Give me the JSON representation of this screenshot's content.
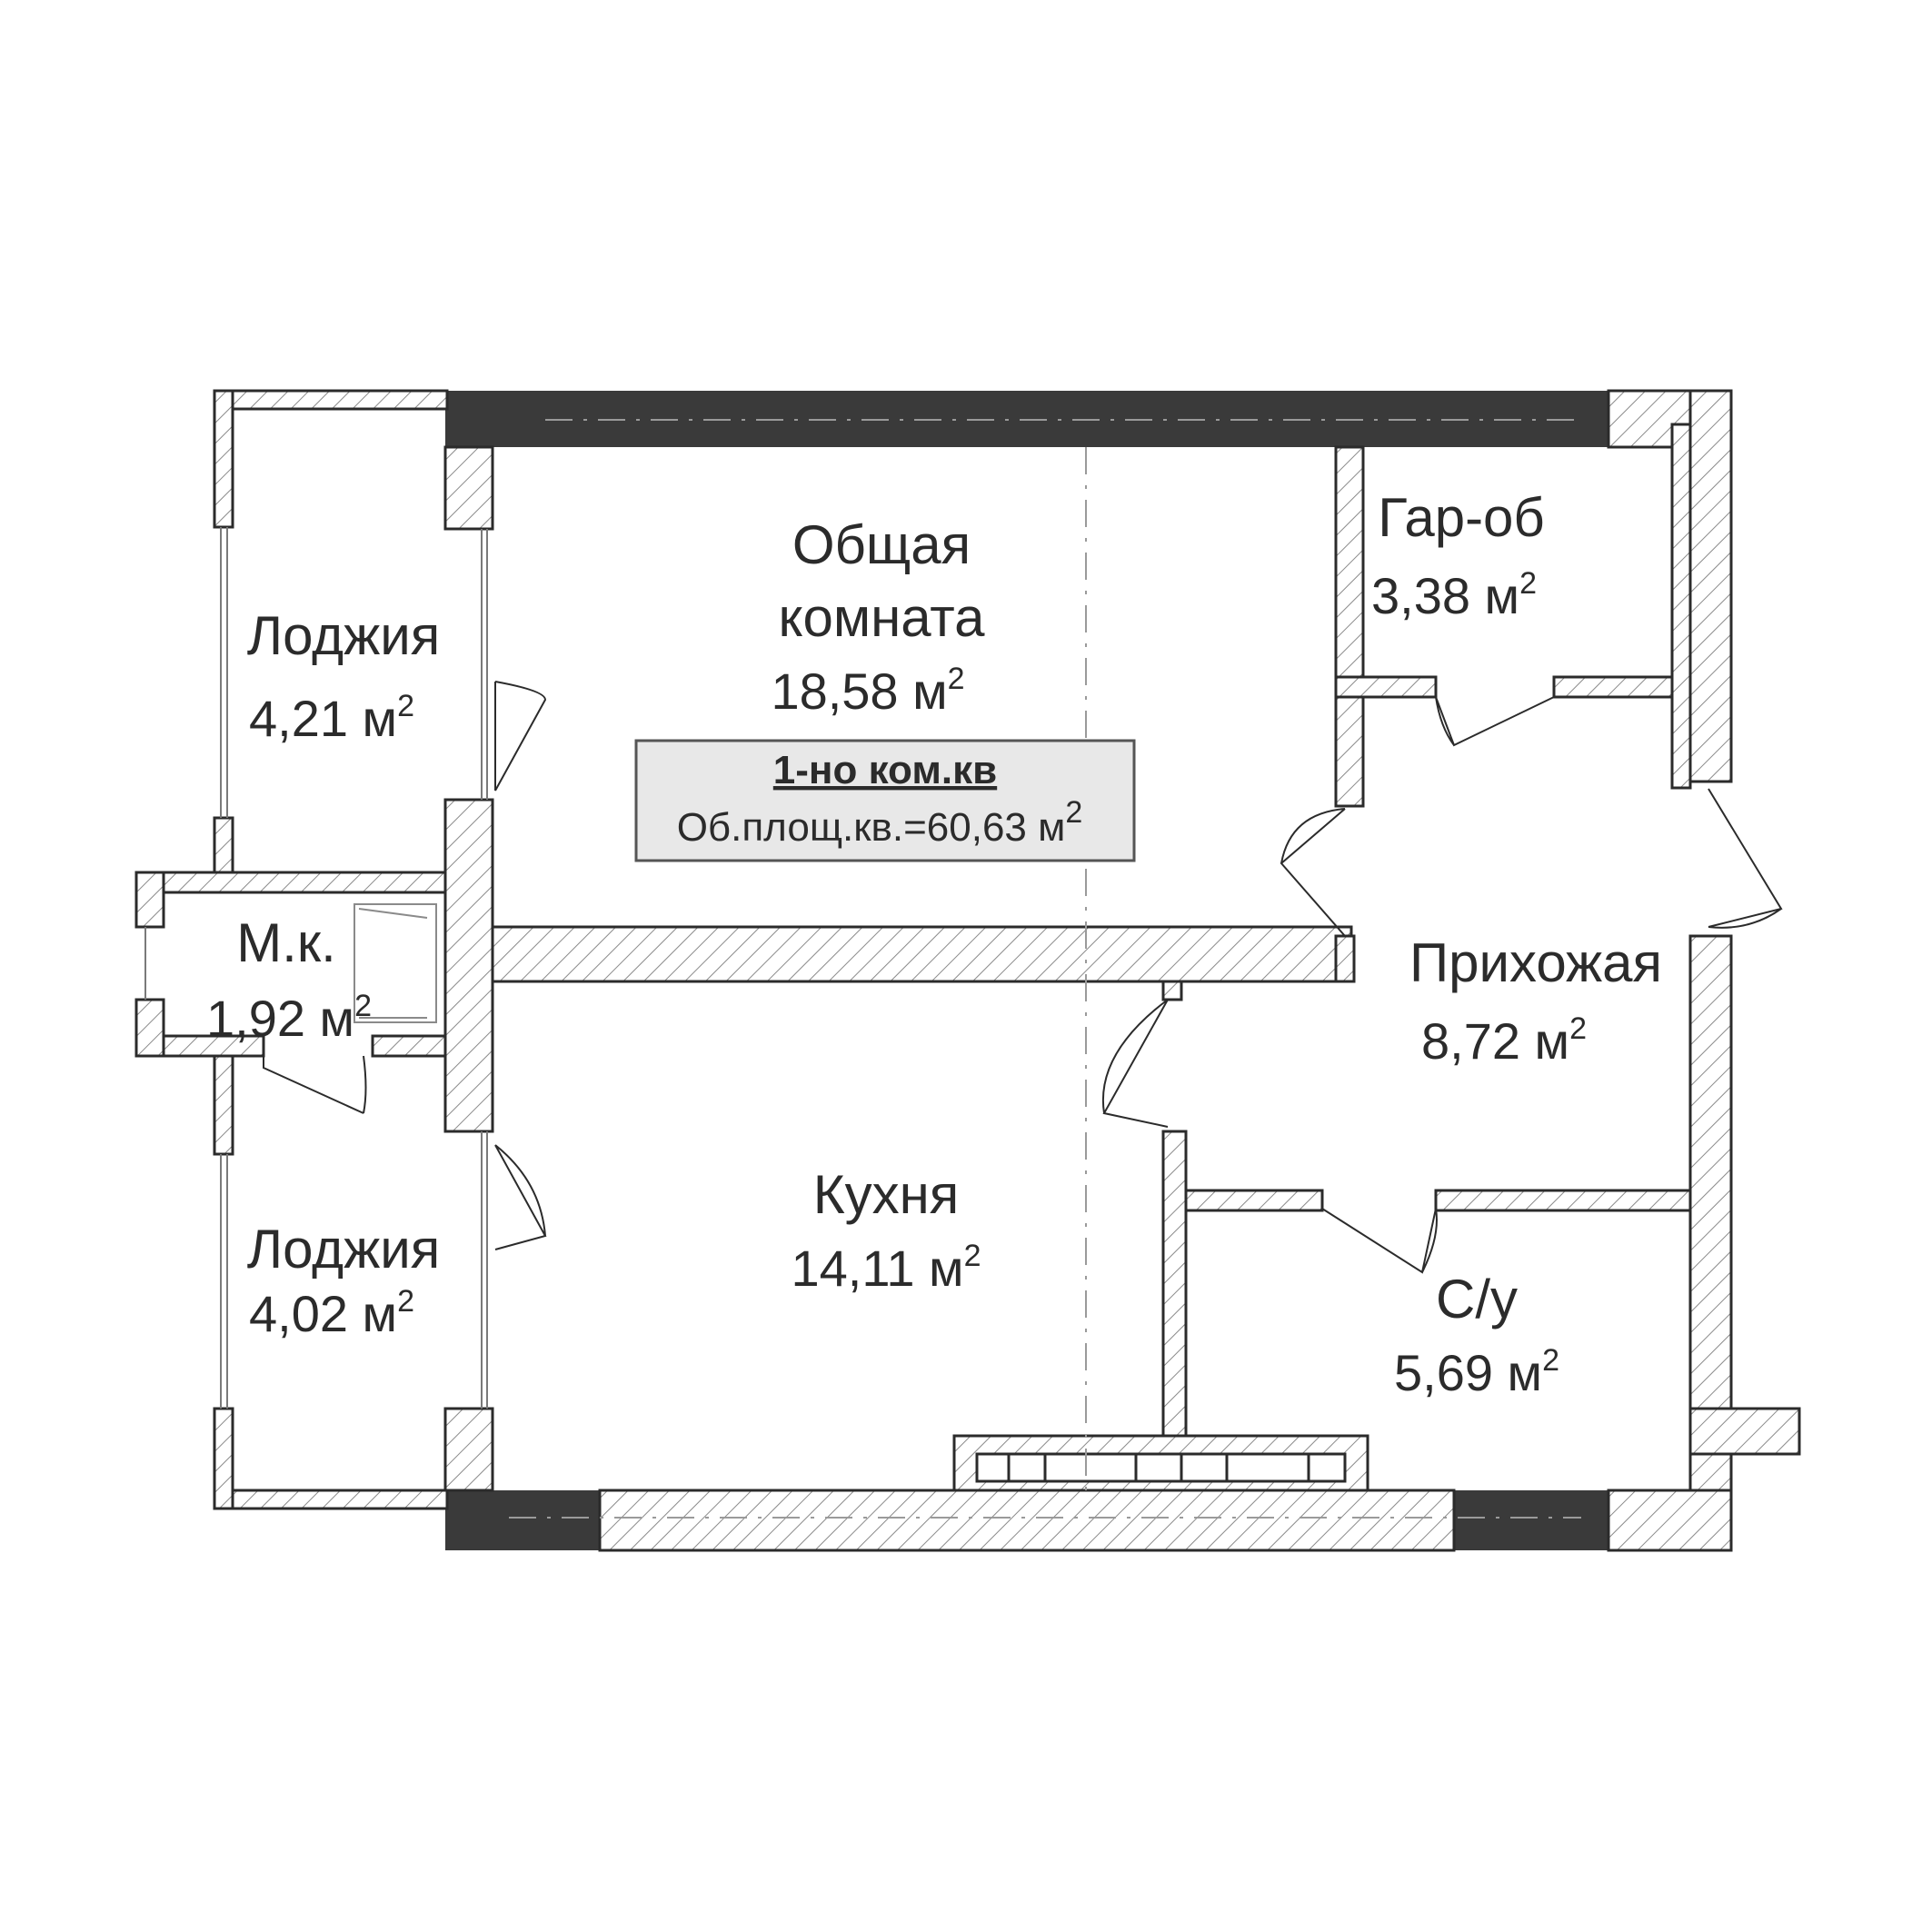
{
  "plan": {
    "rooms": [
      {
        "id": "common-room",
        "name_line1": "Общая",
        "name_line2": "комната",
        "area": "18,58 м",
        "area_sup": "2"
      },
      {
        "id": "loggia-top",
        "name": "Лоджия",
        "area": "4,21 м",
        "area_sup": "2"
      },
      {
        "id": "wardrobe",
        "name": "Гар-об",
        "area": "3,38 м",
        "area_sup": "2"
      },
      {
        "id": "small-room",
        "name": "М.к.",
        "area": "1,92 м",
        "area_sup": "2"
      },
      {
        "id": "hallway",
        "name": "Прихожая",
        "area": "8,72 м",
        "area_sup": "2"
      },
      {
        "id": "kitchen",
        "name": "Кухня",
        "area": "14,11 м",
        "area_sup": "2"
      },
      {
        "id": "loggia-bottom",
        "name": "Лоджия",
        "area": "4,02 м",
        "area_sup": "2"
      },
      {
        "id": "bathroom",
        "name": "С/у",
        "area": "5,69 м",
        "area_sup": "2"
      }
    ],
    "info_box": {
      "title": "1-но ком.кв",
      "total_area": "Об.площ.кв.=60,63 м",
      "total_area_sup": "2"
    }
  },
  "colors": {
    "wall_line": "#2b2b2b",
    "wall_hatch": "#8a8a8a",
    "solid_wall": "#3a3a3a",
    "info_box_fill": "#e8e8e8",
    "info_box_border": "#555555"
  }
}
